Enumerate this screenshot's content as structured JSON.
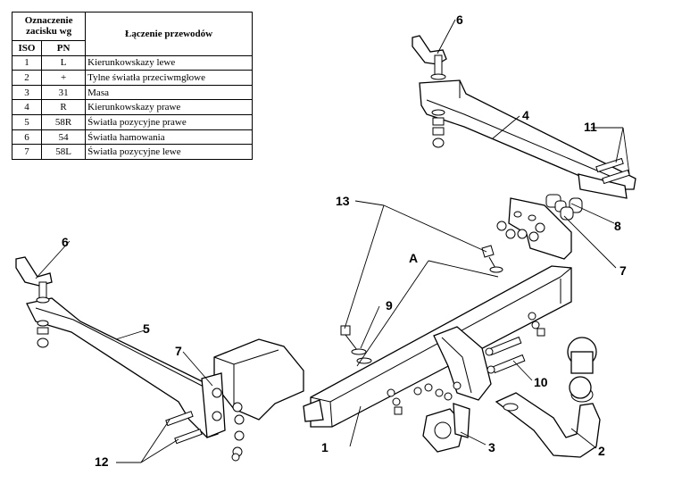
{
  "table": {
    "header_group": "Oznaczenie zacisku wg",
    "header_desc": "Łączenie przewodów",
    "col_iso": "ISO",
    "col_pn": "PN",
    "rows": [
      {
        "iso": "1",
        "pn": "L",
        "desc": "Kierunkowskazy lewe"
      },
      {
        "iso": "2",
        "pn": "+",
        "desc": "Tylne światła przeciwmgłowe"
      },
      {
        "iso": "3",
        "pn": "31",
        "desc": "Masa"
      },
      {
        "iso": "4",
        "pn": "R",
        "desc": "Kierunkowskazy prawe"
      },
      {
        "iso": "5",
        "pn": "58R",
        "desc": "Światła pozycyjne prawe"
      },
      {
        "iso": "6",
        "pn": "54",
        "desc": "Światła hamowania"
      },
      {
        "iso": "7",
        "pn": "58L",
        "desc": "Światła pozycyjne lewe"
      }
    ]
  },
  "labels": {
    "p6_top": "6",
    "p4": "4",
    "p11": "11",
    "p8": "8",
    "p7_right": "7",
    "p13": "13",
    "pA": "A",
    "p6_left": "6",
    "p5": "5",
    "p9": "9",
    "p7_left": "7",
    "p10": "10",
    "p1": "1",
    "p3": "3",
    "p2": "2",
    "p12": "12"
  }
}
